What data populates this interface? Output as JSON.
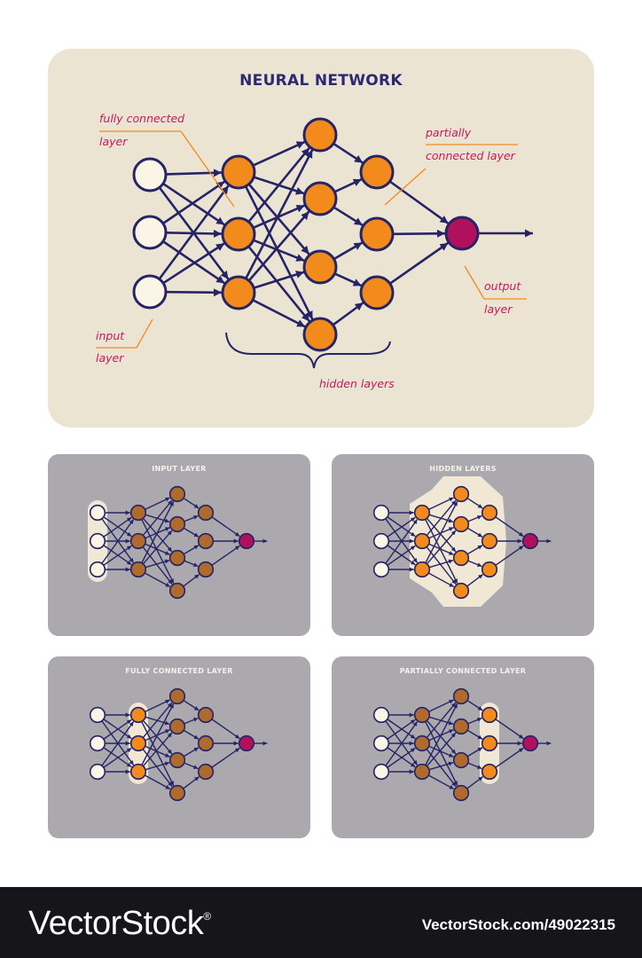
{
  "main": {
    "title": "NEURAL NETWORK",
    "labels": {
      "fully_connected_line1": "fully connected",
      "fully_connected_line2": "layer",
      "partially_connected_line1": "partially",
      "partially_connected_line2": "connected layer",
      "input_line1": "input",
      "input_line2": "layer",
      "output_line1": "output",
      "output_line2": "layer",
      "hidden": "hidden layers"
    }
  },
  "panels": [
    {
      "title": "INPUT LAYER",
      "highlight": "input"
    },
    {
      "title": "HIDDEN LAYERS",
      "highlight": "hidden"
    },
    {
      "title": "FULLY CONNECTED LAYER",
      "highlight": "fully"
    },
    {
      "title": "PARTIALLY CONNECTED LAYER",
      "highlight": "partially"
    }
  ],
  "colors": {
    "navy": "#252467",
    "orange": "#f28a1c",
    "brown": "#b06a2c",
    "magenta": "#b0105c",
    "cream": "#fbf5e6",
    "label": "#c21a5c",
    "leader": "#f28a1c",
    "highlight": "#f0e8d4"
  },
  "watermark": {
    "logo": "VectorStock",
    "reg": "®",
    "id": "VectorStock.com/49022315"
  }
}
